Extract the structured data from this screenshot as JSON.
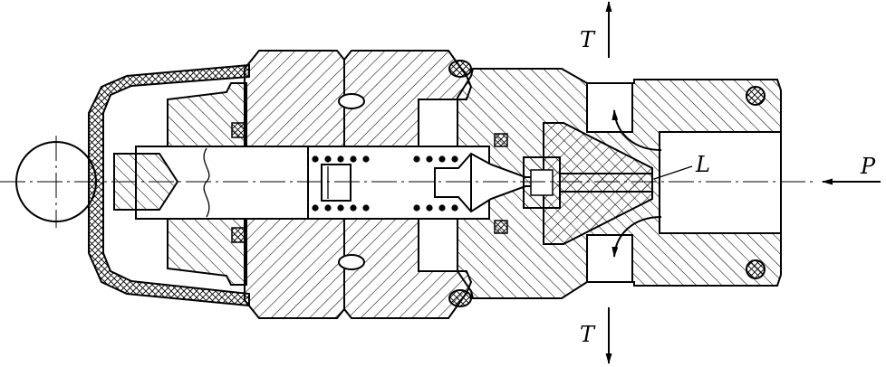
{
  "diagram": {
    "labels": {
      "port_top": "T",
      "port_bottom": "T",
      "port_right": "P",
      "leader": "L"
    },
    "colors": {
      "ink": "#000000",
      "paper": "#ffffff"
    }
  }
}
